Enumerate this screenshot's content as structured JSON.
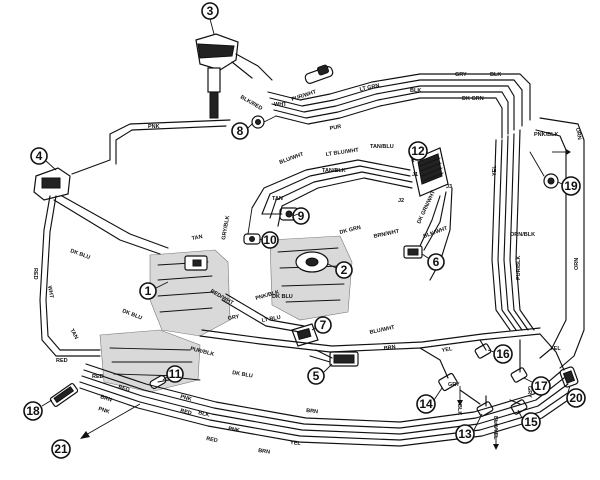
{
  "callouts": [
    {
      "id": "1",
      "label": "1"
    },
    {
      "id": "2",
      "label": "2"
    },
    {
      "id": "3",
      "label": "3"
    },
    {
      "id": "4",
      "label": "4"
    },
    {
      "id": "5",
      "label": "5"
    },
    {
      "id": "6",
      "label": "6"
    },
    {
      "id": "7",
      "label": "7"
    },
    {
      "id": "8",
      "label": "8"
    },
    {
      "id": "9",
      "label": "9"
    },
    {
      "id": "10",
      "label": "10"
    },
    {
      "id": "11",
      "label": "11"
    },
    {
      "id": "12",
      "label": "12"
    },
    {
      "id": "13",
      "label": "13"
    },
    {
      "id": "14",
      "label": "14"
    },
    {
      "id": "15",
      "label": "15"
    },
    {
      "id": "16",
      "label": "16"
    },
    {
      "id": "17",
      "label": "17"
    },
    {
      "id": "18",
      "label": "18"
    },
    {
      "id": "19",
      "label": "19"
    },
    {
      "id": "20",
      "label": "20"
    },
    {
      "id": "21",
      "label": "21"
    }
  ],
  "wire_labels": {
    "pur_wht": "PUR/WHT",
    "gry": "GRY",
    "lt_grn": "LT GRN",
    "blk": "BLK",
    "dk_grn": "DK GRN",
    "wht": "WHT",
    "blk_red": "BLK/RED",
    "pnk": "PNK",
    "dk_blu": "DK BLU",
    "red": "RED",
    "tan": "TAN",
    "tan_blu": "TAN/BLU",
    "lt_blu_wht": "LT BLU/WHT",
    "lt_blu": "LT BLU",
    "blu_wht": "BLU/WHT",
    "tan_blk": "TAN/BLK",
    "brn": "BRN",
    "brn_wht": "BRN/WHT",
    "grn_wht": "GRN/WHT",
    "pnk_blk": "PNK/BLK",
    "dk_grn_wht": "DK GRN/WHT",
    "blk_wht": "BLK/WHT",
    "yel": "YEL",
    "orn": "ORN",
    "dk_grn_wht2": "DK GRN/WHT",
    "pur_blk": "PUR/BLK",
    "red_wht": "RED/WHT",
    "orn_blk": "ORN/BLK",
    "pur": "PUR",
    "brn_w": "BRN/W",
    "gry_blk": "GRY/BLK",
    "blk_yel": "BLK/YEL",
    "pur_wht2": "PUR/WHT",
    "grn": "GRN",
    "blk2": "BLK",
    "lt_blu_wh": "LT BLU/WH",
    "dk_blu_wh": "DK BLU/WH",
    "j1": "J1",
    "j2": "J2",
    "j3": "J3"
  }
}
